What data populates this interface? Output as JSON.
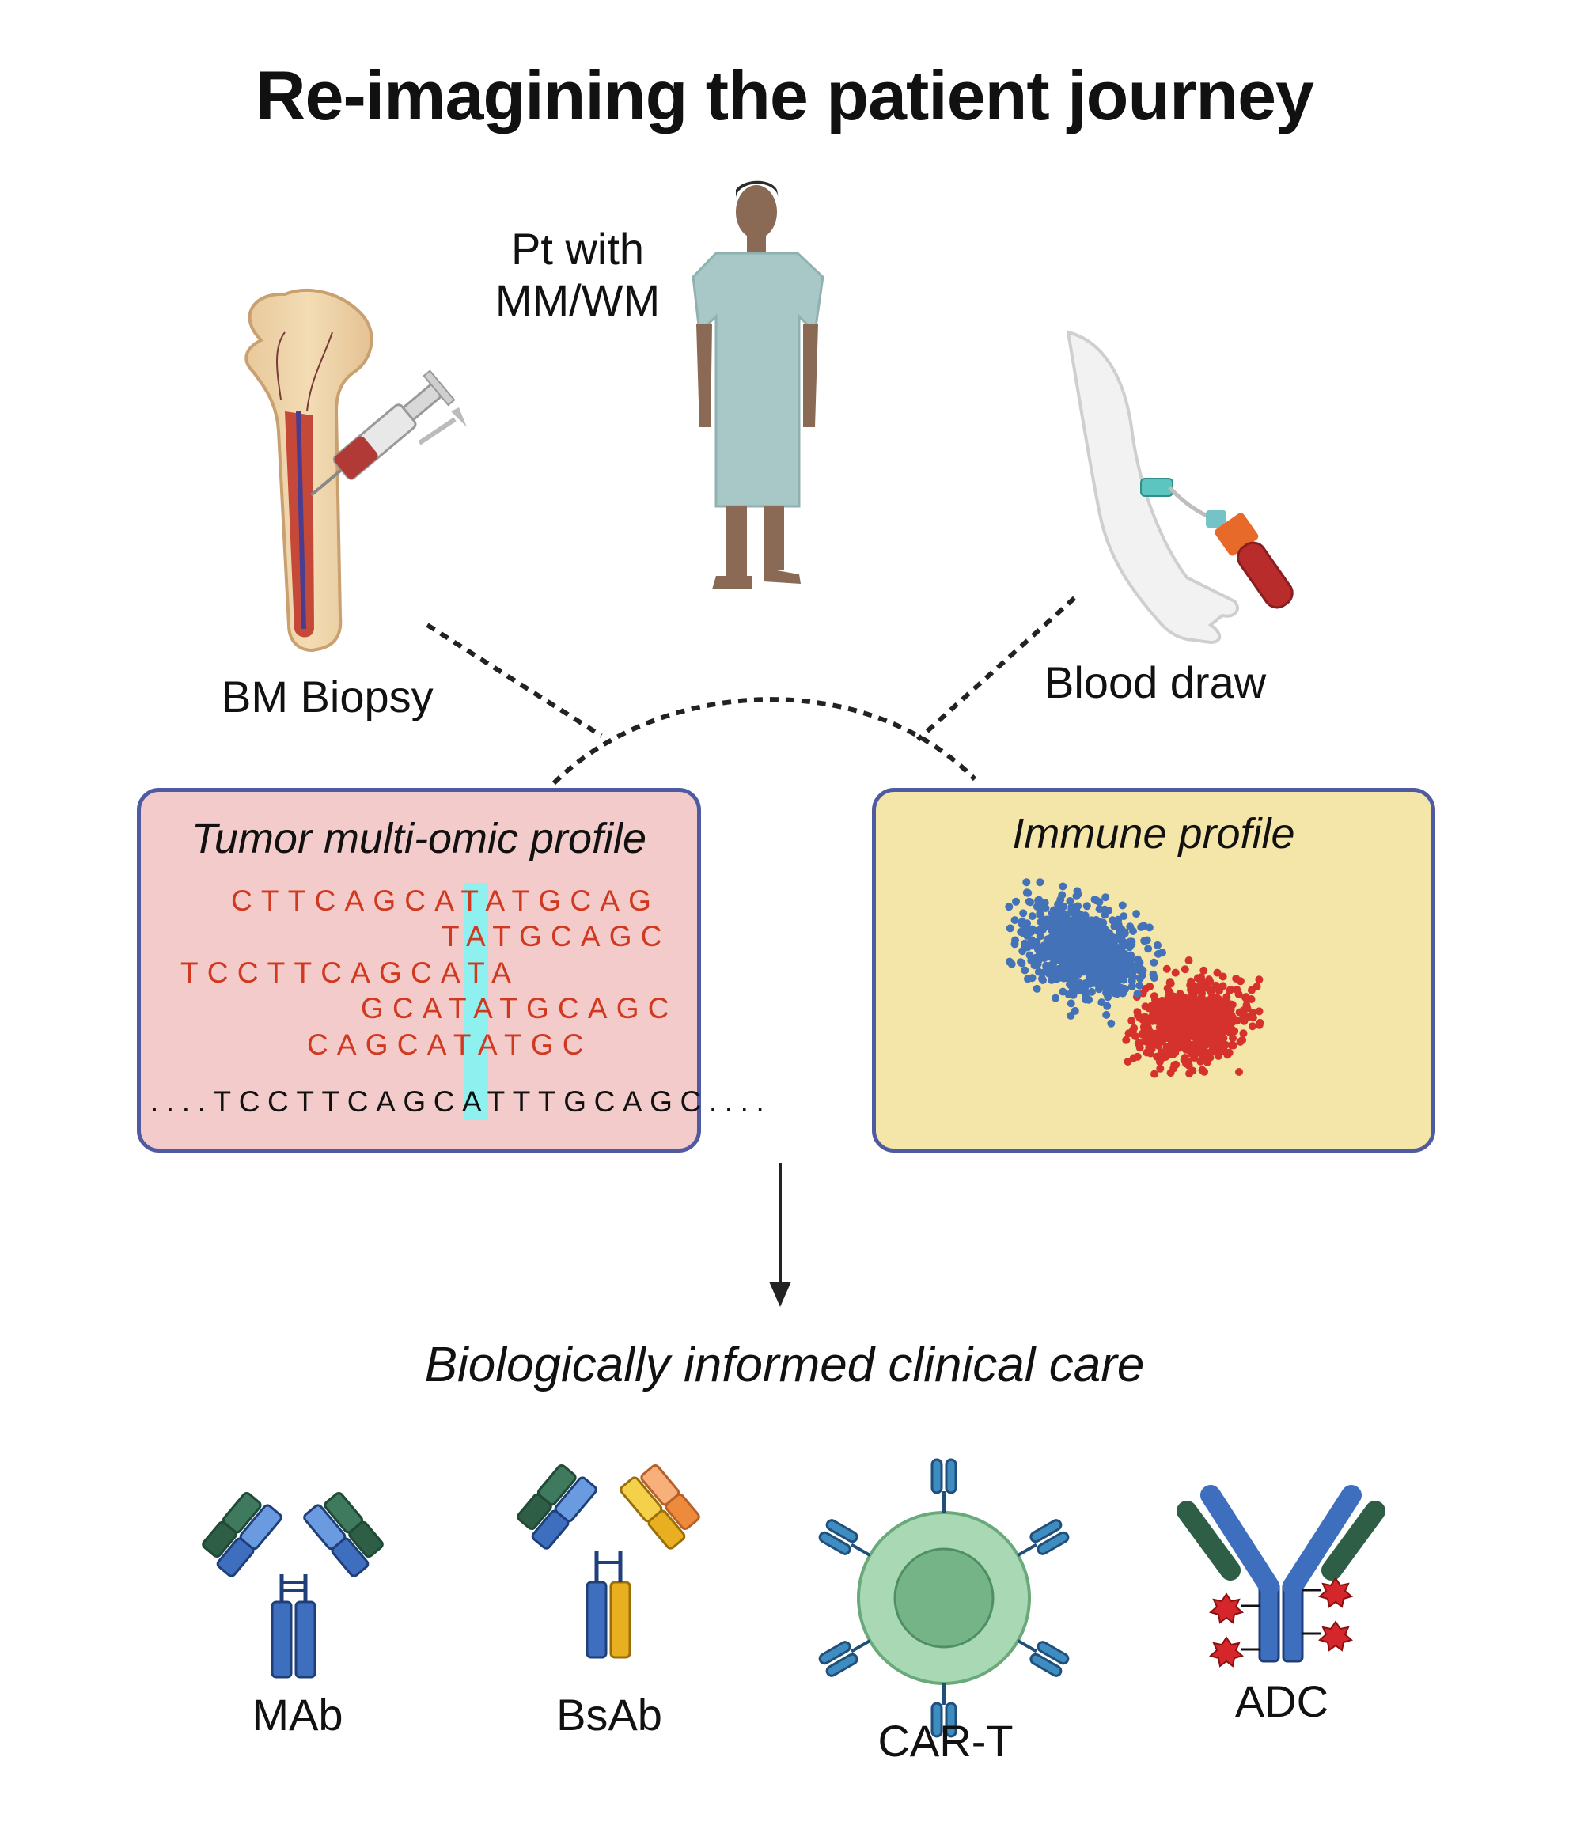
{
  "title": "Re-imagining the patient journey",
  "patient_label_line1": "Pt with",
  "patient_label_line2": "MM/WM",
  "bm_biopsy_label": "BM Biopsy",
  "blood_draw_label": "Blood draw",
  "tumor_profile": {
    "title": "Tumor multi-omic profile",
    "reads": [
      "CTTCAGCATATGCAG",
      "TATGCAGC",
      "TCCTTCAGCATA",
      "GCATATGCAGC",
      "CAGCATATGC"
    ],
    "reference": "....TCCTTCAGCATTTGCAGC...."
  },
  "immune_profile": {
    "title": "Immune profile",
    "colors": {
      "cluster_a": "#4472b8",
      "cluster_b": "#d5322d"
    }
  },
  "care_label": "Biologically informed clinical care",
  "therapies": [
    {
      "label": "MAb"
    },
    {
      "label": "BsAb"
    },
    {
      "label": "CAR-T"
    },
    {
      "label": "ADC"
    }
  ],
  "colors": {
    "tumor_box_bg": "#f3cbcb",
    "immune_box_bg": "#f4e5a8",
    "box_border": "#4f5aa0",
    "sequence_read": "#d0381f",
    "variant_highlight": "#8ff0f0"
  }
}
